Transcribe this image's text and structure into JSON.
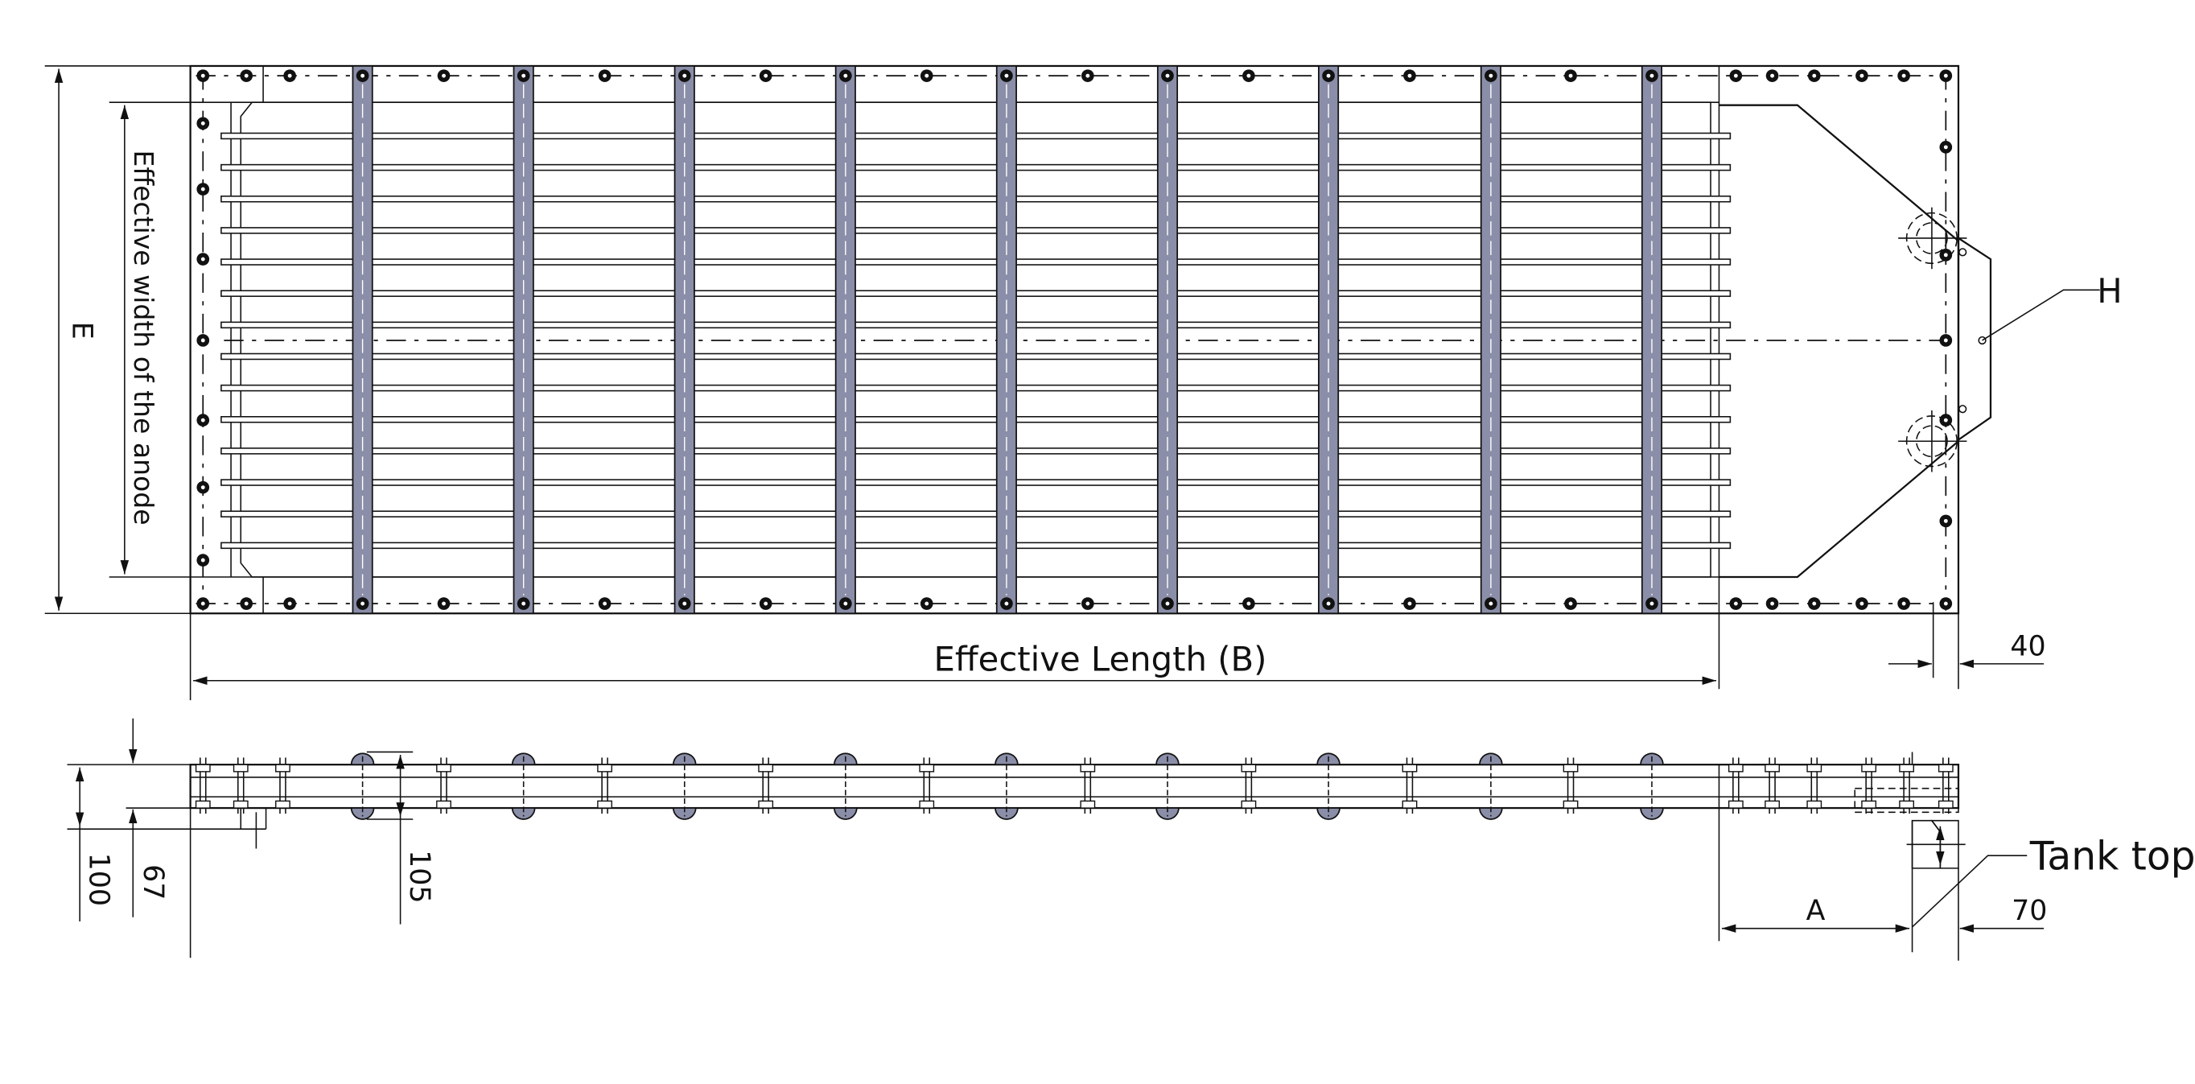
{
  "labels": {
    "effective_width": "Effective width of the anode",
    "e": "E",
    "effective_length": "Effective Length (B)",
    "dim_40": "40",
    "h": "H",
    "dim_100": "100",
    "dim_67": "67",
    "dim_105": "105",
    "tank_top": "Tank top",
    "a": "A",
    "dim_70": "70"
  },
  "colors": {
    "frame": "#d9d68a",
    "anode_area": "#f6f3bc",
    "bar": "#8b8ea8",
    "side_body": "#d5d06a",
    "plate": "#c9c9cf",
    "line": "#111111"
  }
}
